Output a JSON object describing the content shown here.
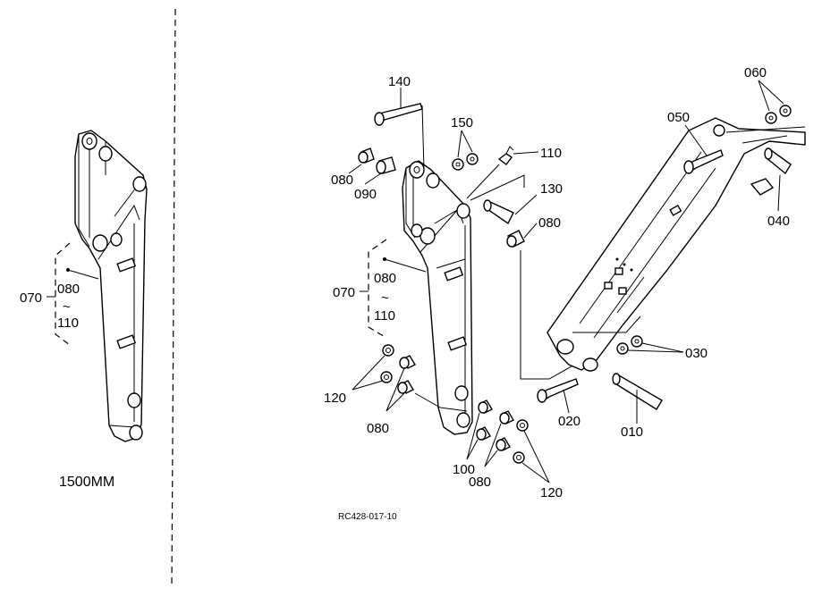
{
  "left_view": {
    "callout_parent": "070",
    "callout_range_start": "080",
    "callout_range_sep": "~",
    "callout_range_end": "110",
    "caption": "1500MM"
  },
  "main_view": {
    "labels": {
      "p140": "140",
      "p150": "150",
      "p110": "110",
      "p080_top": "080",
      "p090": "090",
      "p130": "130",
      "p080_right": "080",
      "p070": "070",
      "p080_range": "080",
      "p_range_sep": "~",
      "p110_range": "110",
      "p120_left": "120",
      "p080_left": "080",
      "p100": "100",
      "p080_bottom": "080",
      "p120_bottom": "120",
      "p060": "060",
      "p050": "050",
      "p040": "040",
      "p030": "030",
      "p020": "020",
      "p010": "010"
    }
  },
  "drawing_ref": "RC428-017-10"
}
